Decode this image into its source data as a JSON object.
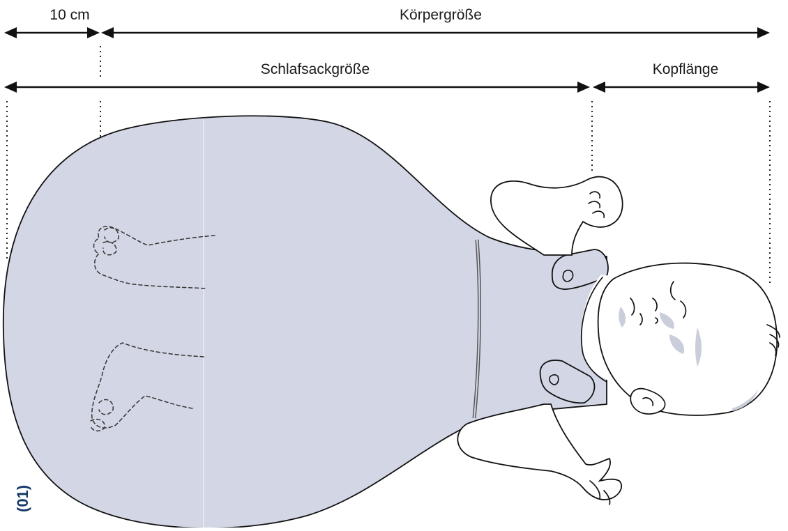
{
  "labels": {
    "ten_cm": "10 cm",
    "body_height": "Körpergröße",
    "sleeping_bag_size": "Schlafsackgröße",
    "head_length": "Kopflänge"
  },
  "badge": "(01)",
  "colors": {
    "bag_fill": "#d3d7e5",
    "badge": "#163a6b",
    "shadow": "#c9ceda",
    "lines": "#111111"
  },
  "icons": [
    "baby-illustration",
    "sleeping-bag-illustration",
    "dimension-arrows"
  ]
}
